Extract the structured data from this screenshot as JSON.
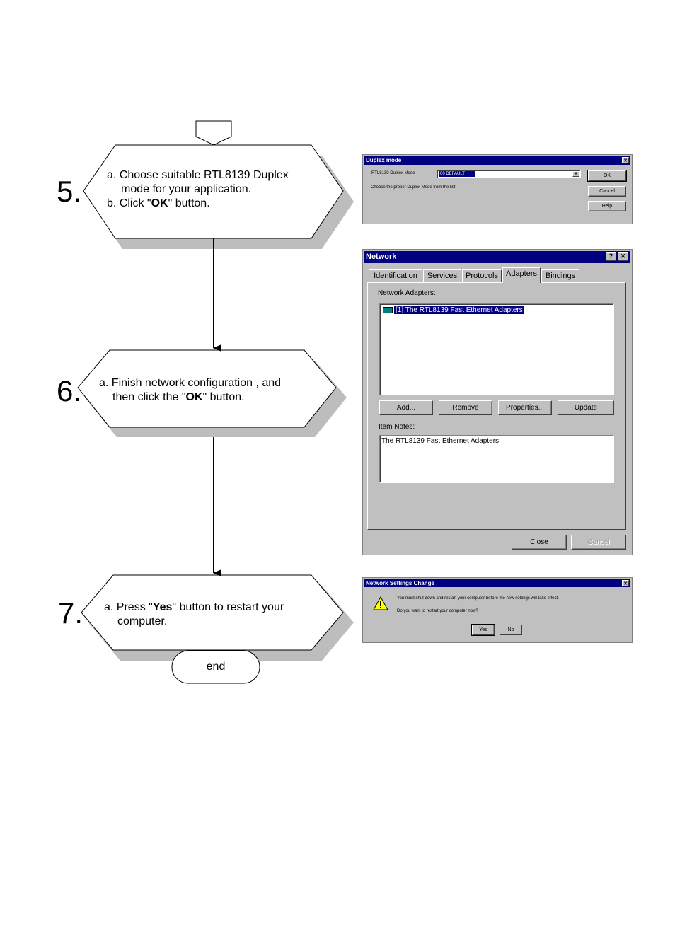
{
  "steps": [
    {
      "number": "5.",
      "lines": [
        {
          "prefix": "a. Choose suitable RTL8139 Duplex",
          "bold": "",
          "suffix": ""
        },
        {
          "prefix": "mode for your application.",
          "bold": "",
          "suffix": ""
        },
        {
          "prefix": "b. Click \"",
          "bold": "OK",
          "suffix": "\" button."
        }
      ]
    },
    {
      "number": "6.",
      "lines": [
        {
          "prefix": "a. Finish network configuration , and",
          "bold": "",
          "suffix": ""
        },
        {
          "prefix": "then click the \"",
          "bold": "OK",
          "suffix": "\" button."
        }
      ]
    },
    {
      "number": "7.",
      "lines": [
        {
          "prefix": "a. Press \"",
          "bold": "Yes",
          "suffix": "\" button to restart your"
        },
        {
          "prefix": "computer.",
          "bold": "",
          "suffix": ""
        }
      ]
    }
  ],
  "end_label": "end",
  "duplex_dialog": {
    "title": "Duplex mode",
    "field_label": "RTL8139 Duplex Mode",
    "field_value": "00 DEFAULT",
    "hint": "Choose the proper Duplex Mode from the list",
    "buttons": {
      "ok": "OK",
      "cancel": "Cancel",
      "help": "Help"
    }
  },
  "network_dialog": {
    "title": "Network",
    "tabs": [
      "Identification",
      "Services",
      "Protocols",
      "Adapters",
      "Bindings"
    ],
    "active_tab": "Adapters",
    "adapters_label": "Network Adapters:",
    "adapters": [
      "[1] The RTL8139 Fast Ethernet Adapters"
    ],
    "action_buttons": {
      "add": "Add...",
      "remove": "Remove",
      "properties": "Properties...",
      "update": "Update"
    },
    "notes_label": "Item Notes:",
    "notes_text": "The RTL8139 Fast Ethernet Adapters",
    "footer_buttons": {
      "close": "Close",
      "cancel": "Cancel"
    }
  },
  "restart_dialog": {
    "title": "Network Settings Change",
    "message": "You must shut down and restart your computer before the new settings will take effect.",
    "question": "Do you want to restart your computer now?",
    "buttons": {
      "yes": "Yes",
      "no": "No"
    }
  }
}
